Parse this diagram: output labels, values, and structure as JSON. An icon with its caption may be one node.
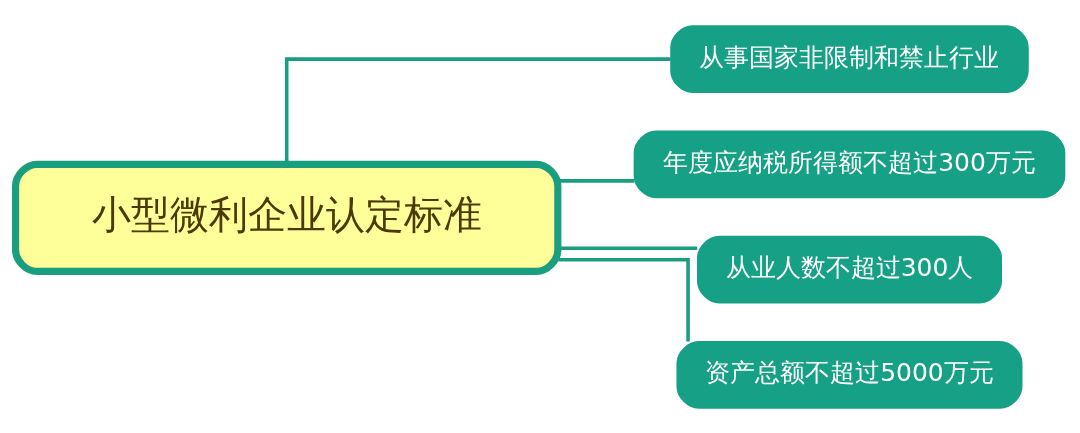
{
  "diagram": {
    "nodes": [
      {
        "text": [
          "小型微利企业认定标准"
        ]
      },
      {
        "text": [
          "从事国家非限制和禁止行业"
        ]
      },
      {
        "text": [
          "年度应纳税所得额不超过300万元"
        ]
      },
      {
        "text": [
          "从业人数不超过300人"
        ]
      },
      {
        "text": [
          "资产总额不超过5000万元"
        ]
      }
    ],
    "edges": [
      {
        "from": 0,
        "to": 1,
        "arrow": "none"
      },
      {
        "from": 0,
        "to": 2,
        "arrow": "none"
      },
      {
        "from": 0,
        "to": 3,
        "arrow": "none"
      },
      {
        "from": 0,
        "to": 4,
        "arrow": "none"
      }
    ]
  }
}
